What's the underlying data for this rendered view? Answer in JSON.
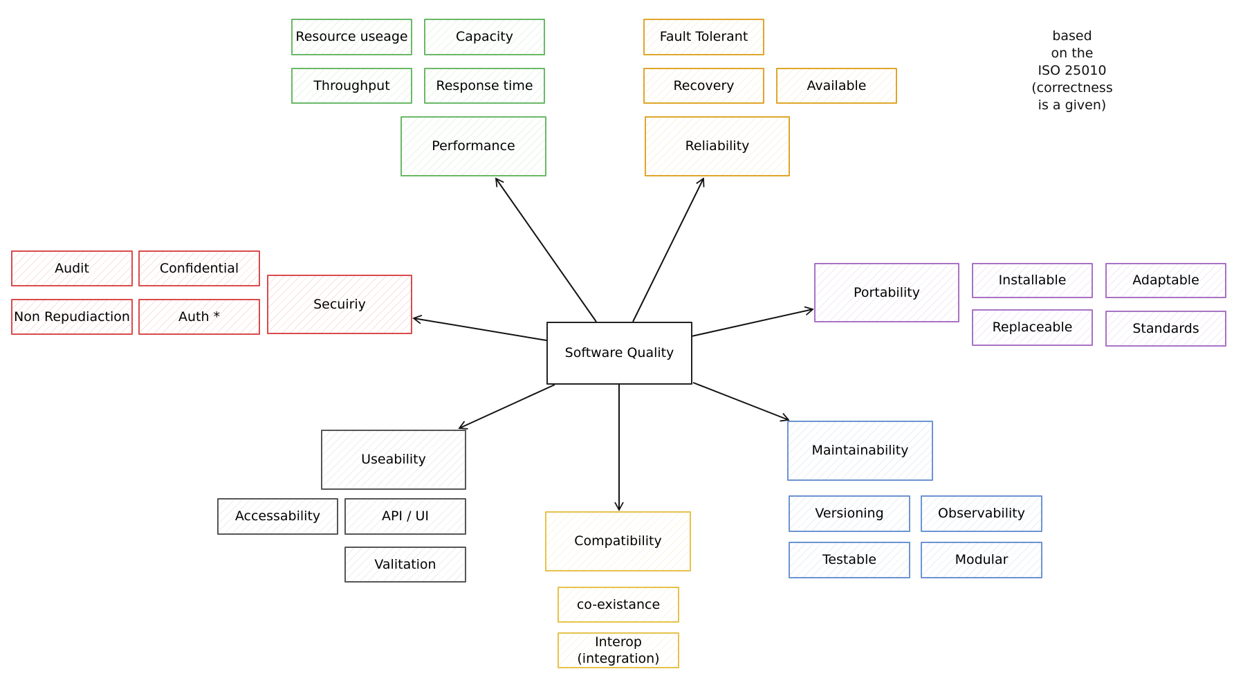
{
  "diagram": {
    "center": "Software Quality",
    "note_lines": [
      "based",
      "on the",
      "ISO 25010",
      "(correctness",
      "is a given)"
    ],
    "categories": {
      "performance": {
        "label": "Performance",
        "color": "#69b865",
        "children": [
          "Resource useage",
          "Capacity",
          "Throughput",
          "Response time"
        ]
      },
      "reliability": {
        "label": "Reliability",
        "color": "#e0a52a",
        "children": [
          "Fault Tolerant",
          "Recovery",
          "Available"
        ]
      },
      "security": {
        "label": "Secuiriy",
        "color": "#d84b4b",
        "children": [
          "Audit",
          "Confidential",
          "Non Repudiaction",
          "Auth *"
        ]
      },
      "portability": {
        "label": "Portability",
        "color": "#a772c4",
        "children": [
          "Installable",
          "Adaptable",
          "Replaceable",
          "Standards"
        ]
      },
      "useability": {
        "label": "Useability",
        "color": "#555555",
        "children": [
          "Accessability",
          "API / UI",
          "Valitation"
        ]
      },
      "compatibility": {
        "label": "Compatibility",
        "color": "#e6c24a",
        "children": [
          "co-existance",
          "Interop (integration)"
        ]
      },
      "maintainability": {
        "label": "Maintainability",
        "color": "#6b93d1",
        "children": [
          "Versioning",
          "Observability",
          "Testable",
          "Modular"
        ]
      }
    }
  }
}
